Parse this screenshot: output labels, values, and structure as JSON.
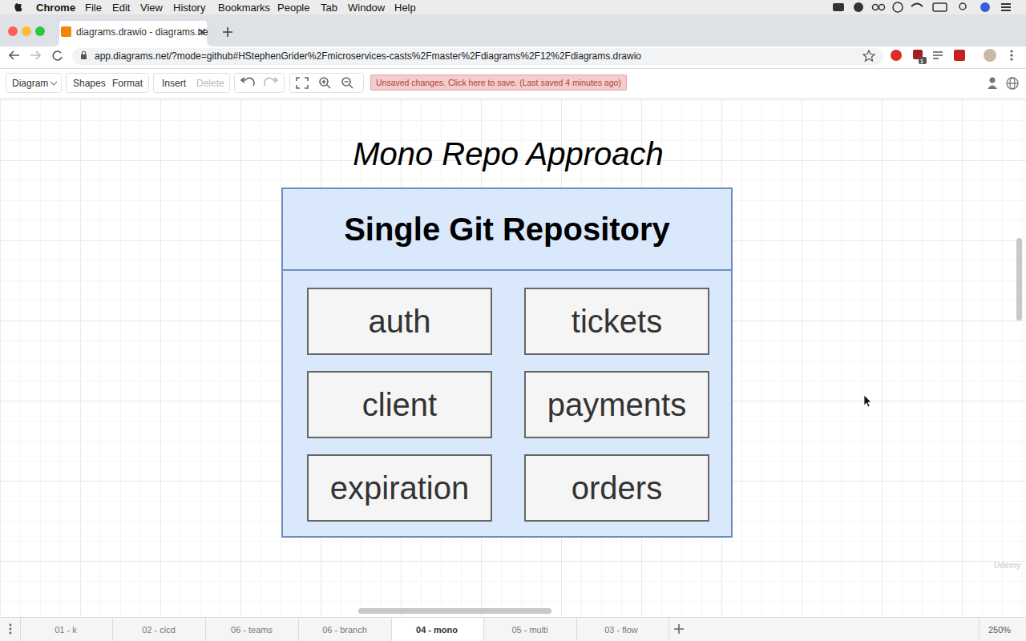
{
  "diagram": {
    "title": "Mono Repo Approach",
    "nodes": [
      {
        "text": [
          "Single Git Repository"
        ]
      },
      {
        "text": [
          "auth"
        ],
        "in": 0
      },
      {
        "text": [
          "tickets"
        ],
        "in": 0
      },
      {
        "text": [
          "client"
        ],
        "in": 0
      },
      {
        "text": [
          "payments"
        ],
        "in": 0
      },
      {
        "text": [
          "expiration"
        ],
        "in": 0
      },
      {
        "text": [
          "orders"
        ],
        "in": 0
      }
    ],
    "labels": [
      "Chrome",
      "File",
      "Edit",
      "View",
      "History",
      "Bookmarks",
      "People",
      "Tab",
      "Window",
      "Help",
      "diagrams.drawio - diagrams.ne",
      "app.diagrams.net/?mode=github#HStephenGrider%2Fmicroservices-casts%2Fmaster%2Fdiagrams%2F12%2Fdiagrams.drawio",
      "1",
      "Diagram",
      "Shapes",
      "Format",
      "Insert",
      "Delete",
      "Unsaved changes. Click here to save. (Last saved 4 minutes ago)",
      "Udemy",
      "01 - k",
      "02 - cicd",
      "06 - teams",
      "06 - branch",
      "04 - mono",
      "05 - multi",
      "03 - flow",
      "250%"
    ]
  }
}
